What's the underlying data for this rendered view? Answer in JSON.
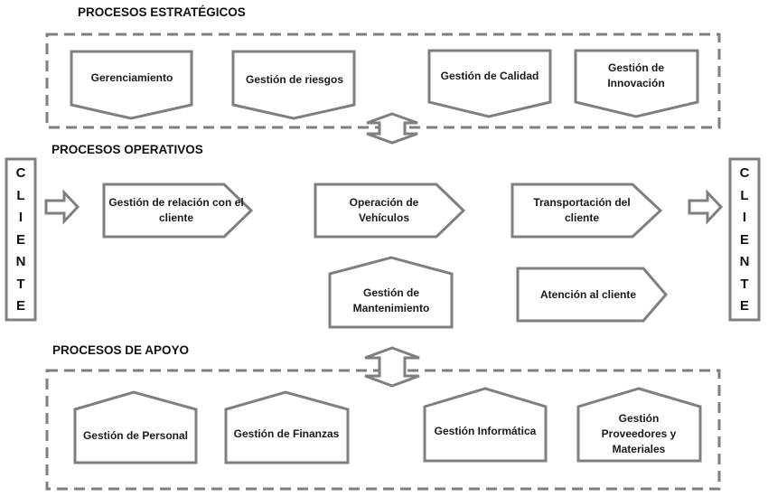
{
  "sections": {
    "strategic": "PROCESOS ESTRATÉGICOS",
    "operational": "PROCESOS OPERATIVOS",
    "support": "PROCESOS DE APOYO"
  },
  "client": [
    "C",
    "L",
    "I",
    "E",
    "N",
    "T",
    "E"
  ],
  "strategic_processes": [
    "Gerenciamiento",
    "Gestión de riesgos",
    "Gestión de Calidad",
    "Gestión de Innovación"
  ],
  "operational_processes": [
    "Gestión de relación con el cliente",
    "Operación de Vehículos",
    "Transportación del cliente",
    "Gestión de Mantenimiento",
    "Atención al cliente"
  ],
  "support_processes": [
    "Gestión de Personal",
    "Gestión de Finanzas",
    "Gestión Informática",
    "Gestión Proveedores y Materiales"
  ],
  "colors": {
    "stroke": "#7f7f7f",
    "text": "#1a1a1a"
  }
}
